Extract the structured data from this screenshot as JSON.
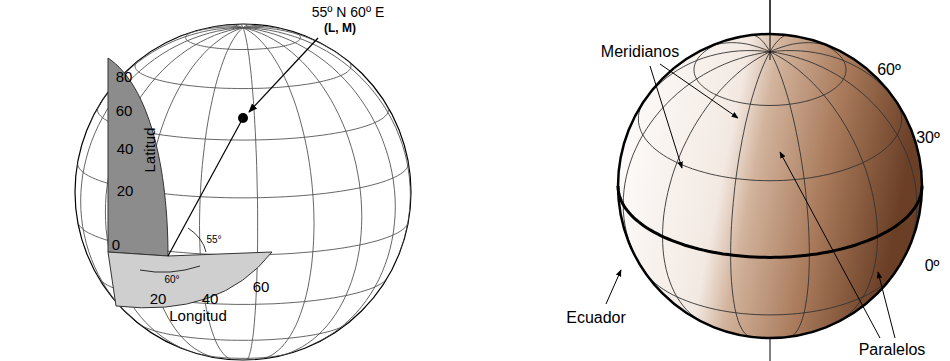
{
  "diagram": {
    "labels": [
      "55º N 60º E",
      "(L, M)",
      "80",
      "60",
      "40",
      "20",
      "0",
      "Latitud",
      "55°",
      "60°",
      "20",
      "40",
      "60",
      "Longitud",
      "Meridianos",
      "60º",
      "30º",
      "0º",
      "Ecuador",
      "Paralelos"
    ]
  }
}
